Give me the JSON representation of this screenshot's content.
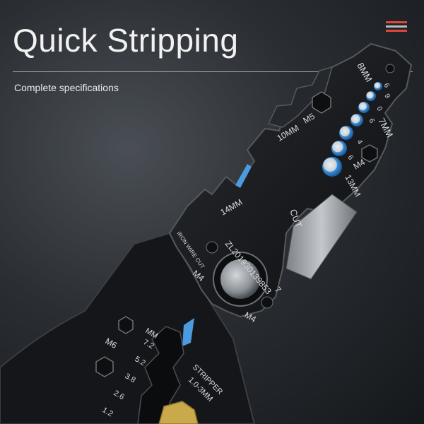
{
  "header": {
    "title": "Quick Stripping",
    "subtitle": "Complete specifications"
  },
  "colors": {
    "background": "#2a2e33",
    "tool_body": "#1b1d20",
    "blade": "#a6abb0",
    "accent_blue": "#4a9be0",
    "accent_gold": "#c9a94a",
    "flag_red": "#e0463c"
  },
  "tool": {
    "crimp_sizes": [
      "8MM",
      "7MM",
      "13MM",
      "10MM",
      "14MM"
    ],
    "screw_holes": [
      "M5",
      "M4",
      "M4",
      "M4",
      "M6"
    ],
    "wire_gauges_top": [
      "6",
      "9",
      "0",
      "6",
      "4",
      "6"
    ],
    "cut_label": "CUT",
    "iron_wire_label": "IRON WIRE CUT",
    "patent_number": "ZL201930139853",
    "patent_number_tail": "7",
    "stripper_label": "STRIPPER",
    "stripper_range": "1.0-3MM",
    "stripper_unit": "MM",
    "stripper_gauges": [
      "7.2",
      "5.2",
      "3.8",
      "2.6",
      "1.2"
    ]
  }
}
